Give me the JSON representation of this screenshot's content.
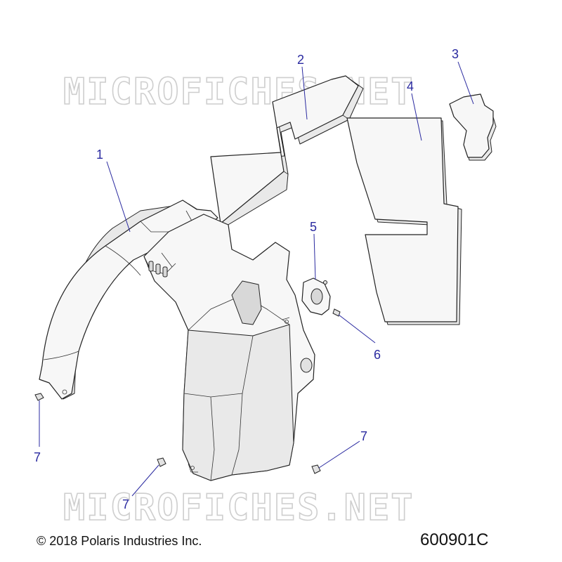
{
  "watermarks": [
    "MICROFICHES.NET",
    "MICROFICHES.NET"
  ],
  "callouts": [
    "1",
    "2",
    "3",
    "4",
    "5",
    "6",
    "7",
    "7",
    "7"
  ],
  "footer": {
    "copyright": "© 2018 Polaris Industries Inc.",
    "diagram_id": "600901C"
  },
  "colors": {
    "callout": "#2a2aa0",
    "line": "#222222",
    "watermark": "#c9c9c9"
  }
}
